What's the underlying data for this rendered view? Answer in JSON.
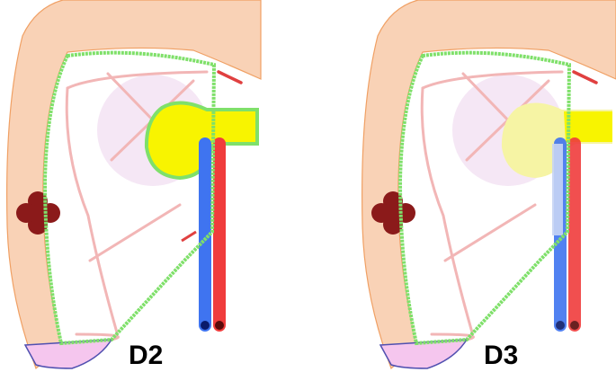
{
  "panels": [
    {
      "id": "left",
      "label": "D2",
      "dissection_active": true
    },
    {
      "id": "right",
      "label": "D3",
      "dissection_active": false
    }
  ],
  "colors": {
    "outer_tissue": "#f9d2b6",
    "outer_tissue_stroke": "#f0a064",
    "dissection_border": "#7fe06a",
    "pink_lines": "#f2b6b6",
    "lavender_zone": "#f4e4f4",
    "yellow_structure": "#f8f400",
    "yellow_structure_faded": "#f6f4a4",
    "vein_blue": "#3f74f0",
    "artery_red": "#f03c3c",
    "dark_red_mass": "#8b1a1a",
    "bottom_patch": "#f5c6ee",
    "bottom_patch_stroke": "#5050b0",
    "label_text": "#000000"
  },
  "icons": {
    "mass": "dark-red-four-lobed-nodule",
    "vessels": "parallel-blue-and-red-vessels"
  }
}
